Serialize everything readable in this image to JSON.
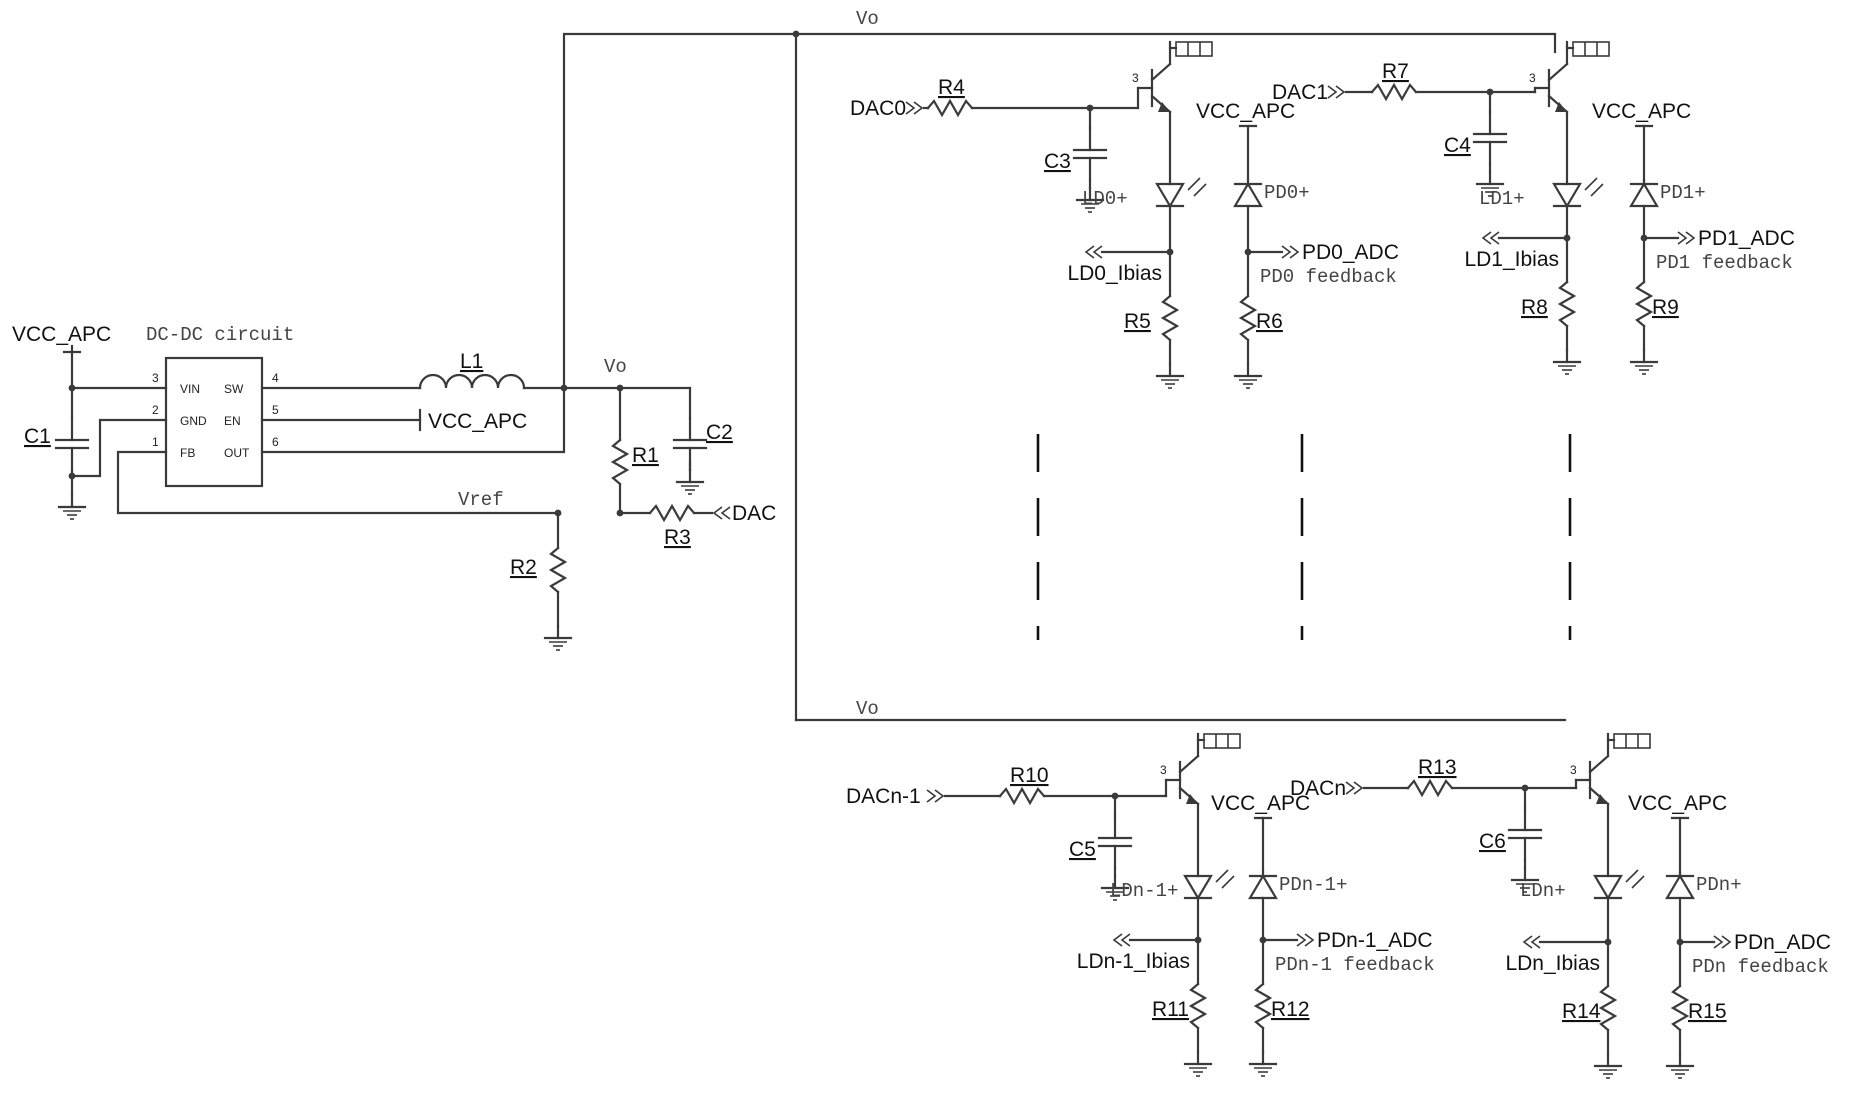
{
  "diagram": {
    "dcdc": {
      "title": "DC-DC circuit",
      "vcc_in": "VCC_APC",
      "pins_left": [
        {
          "num": "3",
          "name": "VIN"
        },
        {
          "num": "2",
          "name": "GND"
        },
        {
          "num": "1",
          "name": "FB"
        }
      ],
      "pins_right": [
        {
          "num": "4",
          "name": "SW"
        },
        {
          "num": "5",
          "name": "EN"
        },
        {
          "num": "6",
          "name": "OUT"
        }
      ],
      "c1": "C1",
      "l1": "L1",
      "c2": "C2",
      "r1": "R1",
      "r2": "R2",
      "r3": "R3",
      "en_net": "VCC_APC",
      "vo": "Vo",
      "vref": "Vref",
      "dac": "DAC"
    },
    "rail_labels": {
      "top": "Vo",
      "bottom": "Vo"
    },
    "channels": [
      {
        "dac": "DAC0",
        "r_in": "R4",
        "cap": "C3",
        "ld": "LD0+",
        "ld_net": "LD0_Ibias",
        "r_ld": "R5",
        "vcc": "VCC_APC",
        "pd": "PD0+",
        "pd_net": "PD0_ADC",
        "feedback": "PD0  feedback",
        "r_pd": "R6",
        "pin": "3"
      },
      {
        "dac": "DAC1",
        "r_in": "R7",
        "cap": "C4",
        "ld": "LD1+",
        "ld_net": "LD1_Ibias",
        "r_ld": "R8",
        "vcc": "VCC_APC",
        "pd": "PD1+",
        "pd_net": "PD1_ADC",
        "feedback": "PD1  feedback",
        "r_pd": "R9",
        "pin": "3"
      },
      {
        "dac": "DACn-1",
        "r_in": "R10",
        "cap": "C5",
        "ld": "LDn-1+",
        "ld_net": "LDn-1_Ibias",
        "r_ld": "R11",
        "vcc": "VCC_APC",
        "pd": "PDn-1+",
        "pd_net": "PDn-1_ADC",
        "feedback": "PDn-1  feedback",
        "r_pd": "R12",
        "pin": "3"
      },
      {
        "dac": "DACn",
        "r_in": "R13",
        "cap": "C6",
        "ld": "LDn+",
        "ld_net": "LDn_Ibias",
        "r_ld": "R14",
        "vcc": "VCC_APC",
        "pd": "PDn+",
        "pd_net": "PDn_ADC",
        "feedback": "PDn  feedback",
        "r_pd": "R15",
        "pin": "3"
      }
    ],
    "colors": {
      "wire": "#3a3a3a",
      "text": "#111111",
      "background": "#ffffff"
    }
  }
}
